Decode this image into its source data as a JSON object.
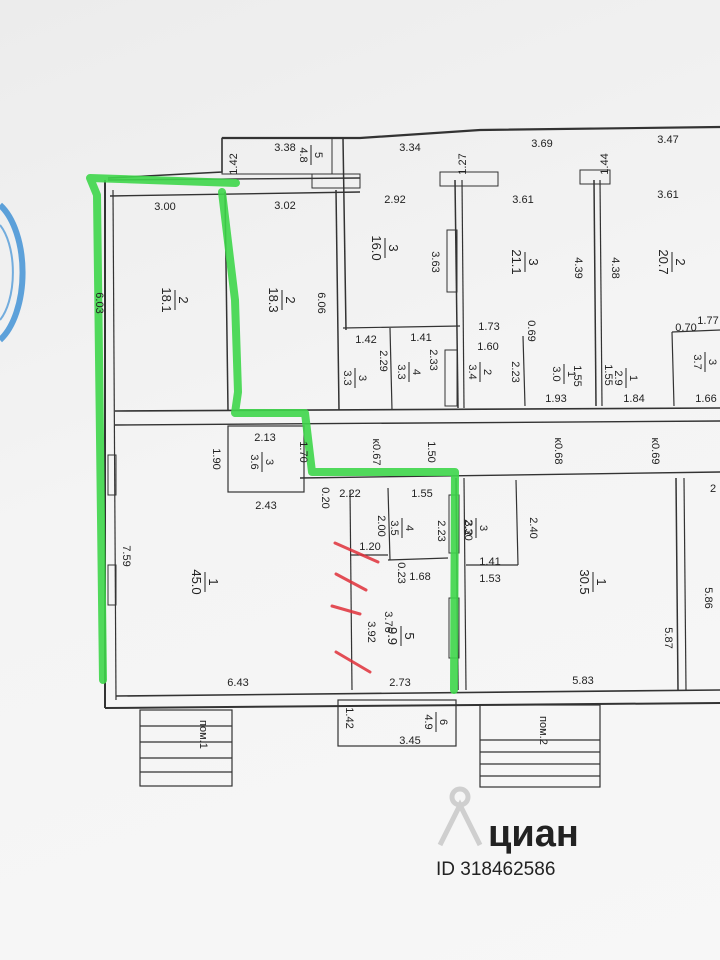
{
  "colors": {
    "highlight": "#3ed64a",
    "cross_out": "#e0303a",
    "wall": "#333333",
    "stamp": "#1e7fd0",
    "watermark": "#cfcfcf"
  },
  "rooms": [
    {
      "id": "r2a",
      "num": "2",
      "area": "18.1"
    },
    {
      "id": "r2b",
      "num": "2",
      "area": "18.3"
    },
    {
      "id": "r3a",
      "num": "3",
      "area": "16.0"
    },
    {
      "id": "r3b",
      "num": "3",
      "area": "21.1"
    },
    {
      "id": "r2c",
      "num": "2",
      "area": "20.7"
    },
    {
      "id": "r1a",
      "num": "1",
      "area": "45.0"
    },
    {
      "id": "r1b",
      "num": "1",
      "area": "30.5"
    },
    {
      "id": "r3c",
      "num": "3",
      "area": "3.6"
    },
    {
      "id": "r4a",
      "num": "4",
      "area": "3.5"
    },
    {
      "id": "r5a",
      "num": "5",
      "area": "9.9"
    },
    {
      "id": "r4b",
      "num": "4",
      "area": "3.3"
    },
    {
      "id": "r5b",
      "num": "5",
      "area": "4.8"
    },
    {
      "id": "r6a",
      "num": "6",
      "area": "4.9"
    },
    {
      "id": "r3d",
      "num": "3",
      "area": "3.3"
    },
    {
      "id": "r2d",
      "num": "2",
      "area": "3.4"
    },
    {
      "id": "r1c",
      "num": "1",
      "area": "3.0"
    },
    {
      "id": "r1d",
      "num": "1",
      "area": "2.9"
    },
    {
      "id": "r3e",
      "num": "3",
      "area": "3.7"
    },
    {
      "id": "r3f",
      "num": "3",
      "area": "3.2"
    }
  ],
  "dimensions": [
    "1.42",
    "3.38",
    "3.34",
    "1.27",
    "3.69",
    "1.44",
    "3.47",
    "3.00",
    "3.02",
    "2.92",
    "3.61",
    "3.61",
    "6.03",
    "6.06",
    "3.63",
    "4.39",
    "4.38",
    "1.42",
    "1.41",
    "1.73",
    "0.69",
    "0.70",
    "1.77",
    "2.29",
    "2.33",
    "1.60",
    "2.23",
    "1.55",
    "1.55",
    "1.93",
    "1.84",
    "1.66",
    "2.13",
    "1.70",
    "1.90",
    "ĸ0.67",
    "1.50",
    "ĸ0.68",
    "ĸ0.69",
    "2.43",
    "0.20",
    "2.22",
    "1.55",
    "2.23",
    "2.30",
    "2.40",
    "2.00",
    "1.20",
    "0.23",
    "1.41",
    "1.53",
    "1.68",
    "7.59",
    "3.76",
    "3.92",
    "5.87",
    "5.86",
    "6.43",
    "2.73",
    "5.83",
    "1.42",
    "3.45",
    "2"
  ],
  "entrances": [
    "пом.1",
    "пом.2"
  ],
  "watermark": {
    "brand": "циан",
    "id": "ID 318462586"
  }
}
